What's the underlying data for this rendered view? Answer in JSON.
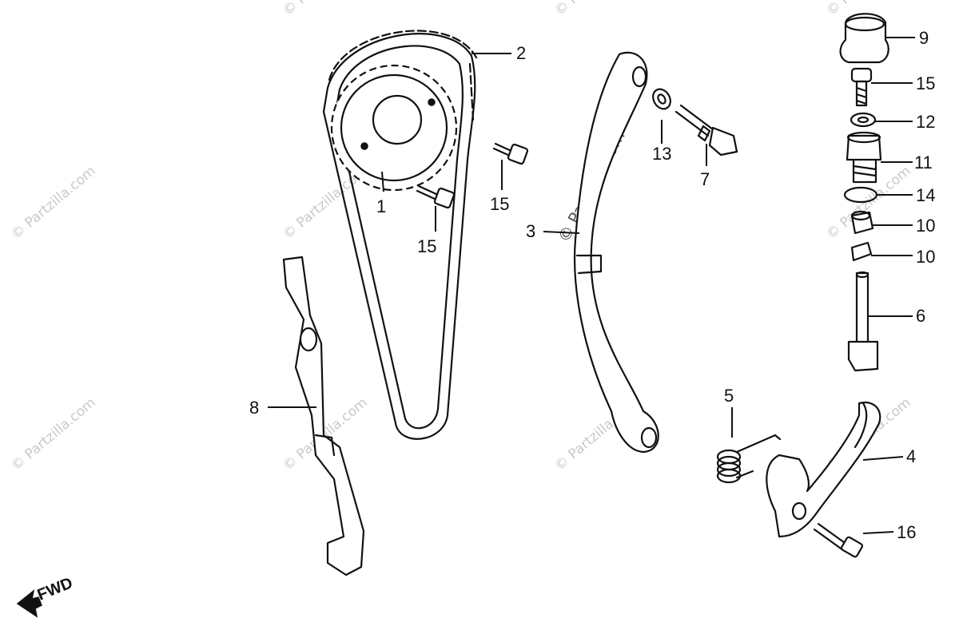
{
  "watermark": {
    "text": "© Partzilla.com",
    "prominent_text": "© Partzilla.com"
  },
  "direction_label": "FWD",
  "parts": [
    {
      "id": "p1",
      "label": "1"
    },
    {
      "id": "p2",
      "label": "2"
    },
    {
      "id": "p3",
      "label": "3"
    },
    {
      "id": "p4",
      "label": "4"
    },
    {
      "id": "p5",
      "label": "5"
    },
    {
      "id": "p6",
      "label": "6"
    },
    {
      "id": "p7",
      "label": "7"
    },
    {
      "id": "p8",
      "label": "8"
    },
    {
      "id": "p9",
      "label": "9"
    },
    {
      "id": "p10a",
      "label": "10"
    },
    {
      "id": "p10b",
      "label": "10"
    },
    {
      "id": "p11",
      "label": "11"
    },
    {
      "id": "p12",
      "label": "12"
    },
    {
      "id": "p13",
      "label": "13"
    },
    {
      "id": "p14",
      "label": "14"
    },
    {
      "id": "p15a",
      "label": "15"
    },
    {
      "id": "p15b",
      "label": "15"
    },
    {
      "id": "p15c",
      "label": "15"
    },
    {
      "id": "p16",
      "label": "16"
    }
  ],
  "colors": {
    "ink": "#111111",
    "watermark": "#c9c9c9",
    "background": "#ffffff"
  }
}
